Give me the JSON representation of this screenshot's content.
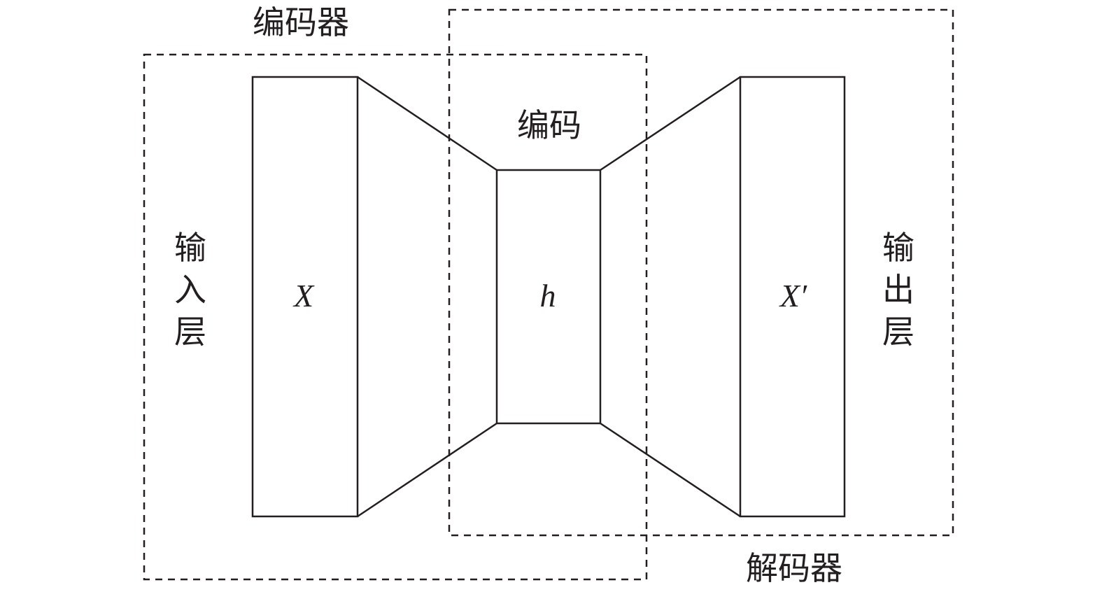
{
  "encoder_box": {
    "label": "编码器"
  },
  "decoder_box": {
    "label": "解码器"
  },
  "input_layer": {
    "side_label": [
      "输",
      "入",
      "层"
    ],
    "symbol": "X"
  },
  "code_layer": {
    "label": "编码",
    "symbol": "h"
  },
  "output_layer": {
    "side_label": [
      "输",
      "出",
      "层"
    ],
    "symbol": "X′"
  },
  "colors": {
    "line": "#231f20",
    "background": "#ffffff"
  }
}
